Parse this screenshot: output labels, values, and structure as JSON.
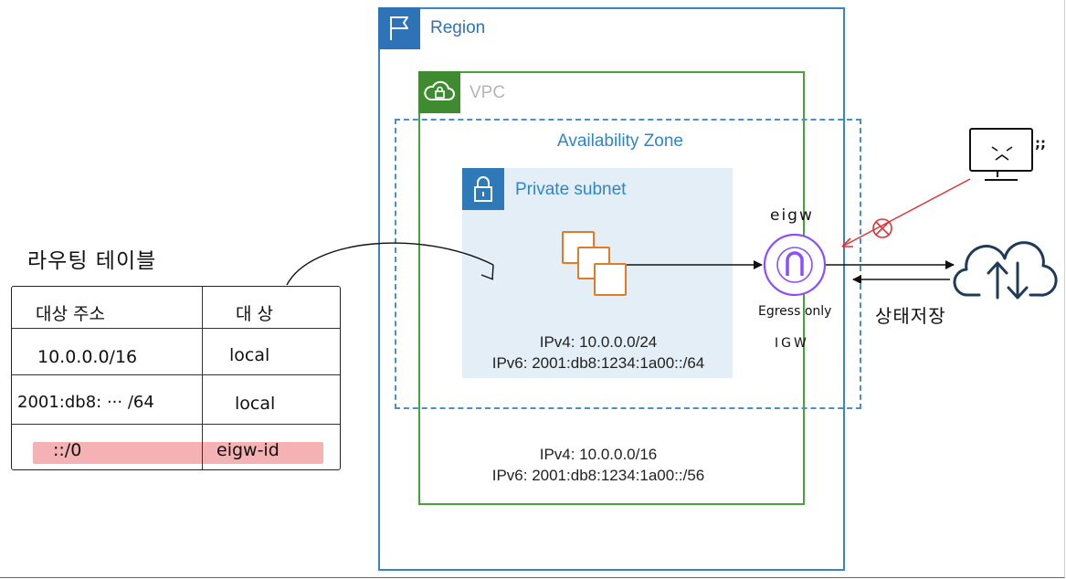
{
  "region": {
    "label": "Region"
  },
  "vpc": {
    "label": "VPC",
    "cidr_ipv4": "IPv4: 10.0.0.0/16",
    "cidr_ipv6": "IPv6: 2001:db8:1234:1a00::/56"
  },
  "availability_zone": {
    "label": "Availability Zone"
  },
  "subnet": {
    "label": "Private subnet",
    "cidr_ipv4": "IPv4: 10.0.0.0/24",
    "cidr_ipv6": "IPv6: 2001:db8:1234:1a00::/64"
  },
  "route_table": {
    "title": "라우팅 테이블",
    "header": {
      "destination": "대상 주소",
      "target": "대 상"
    },
    "rows": [
      {
        "destination": "10.0.0.0/16",
        "target": "local"
      },
      {
        "destination": "2001:db8: ··· /64",
        "target": "local"
      },
      {
        "destination": "::/0",
        "target": "eigw-id"
      }
    ]
  },
  "eigw": {
    "name": "eigw",
    "type_line1": "Egress only",
    "type_line2": "IGW"
  },
  "stateful_label": "상태저장",
  "sad_face": ";;",
  "colors": {
    "region": "#2e73b8",
    "vpc": "#45a33a",
    "az": "#4a8fc7",
    "subnet_bg": "#e4eef6",
    "instance": "#e07b2a",
    "eigw": "#8c4fff",
    "blocked": "#d9343a",
    "highlight": "#f2a5a8"
  },
  "icons": {
    "region": "flag-icon",
    "vpc": "cloud-lock-icon",
    "subnet": "padlock-icon",
    "instance": "ec2-instances-icon",
    "eigw": "egress-only-gateway-icon",
    "internet": "cloud-upload-download-icon",
    "user": "angry-monitor-icon",
    "blocked": "blocked-icon"
  }
}
